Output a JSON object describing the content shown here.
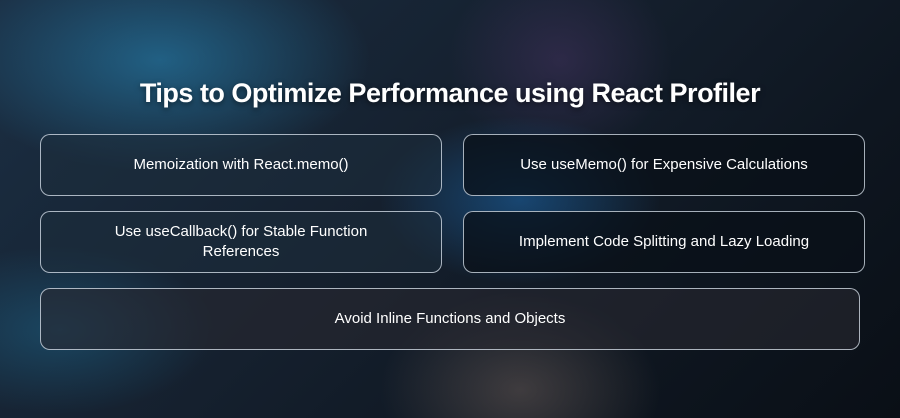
{
  "title": "Tips to Optimize Performance using React Profiler",
  "tips": [
    "Memoization with React.memo()",
    "Use useMemo() for Expensive Calculations",
    "Use useCallback() for Stable Function References",
    "Implement Code Splitting and Lazy Loading",
    "Avoid Inline Functions and Objects"
  ]
}
